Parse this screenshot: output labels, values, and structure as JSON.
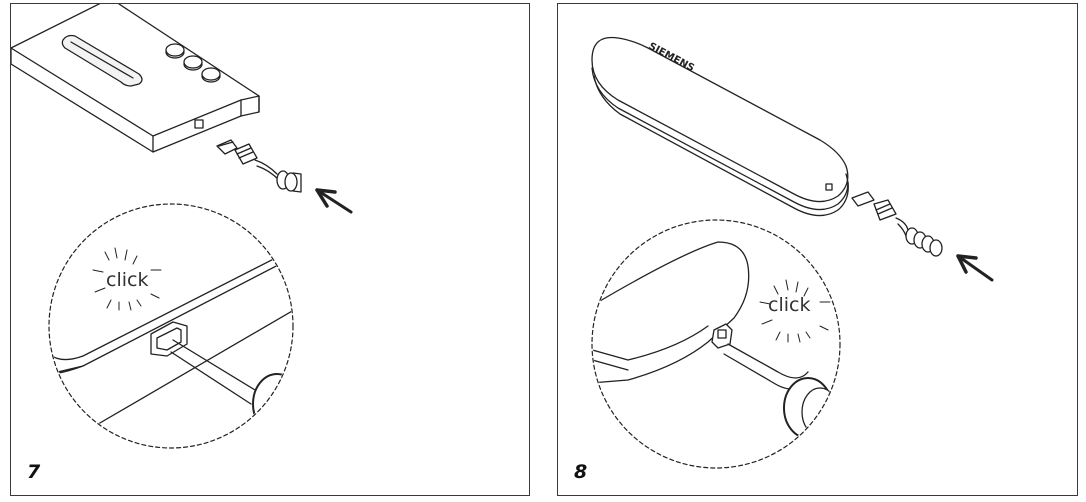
{
  "steps": [
    {
      "number": "7",
      "click_label": "click"
    },
    {
      "number": "8",
      "click_label": "click",
      "device_label": "SIEMENS"
    }
  ]
}
